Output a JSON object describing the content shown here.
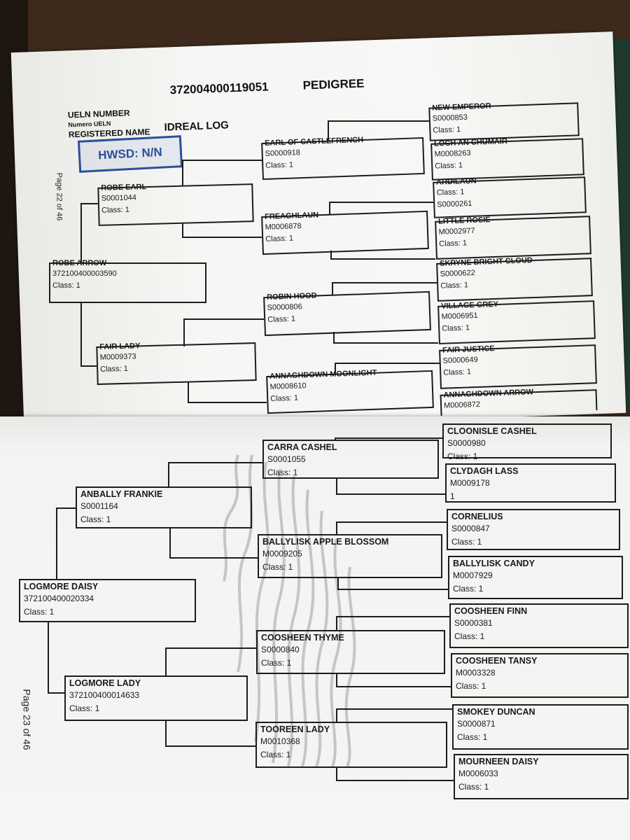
{
  "header": {
    "ueln_title": "372004000119051",
    "pedigree_label": "PEDIGREE",
    "ueln_number_label": "UELN NUMBER",
    "numero_ueln_label": "Numero UELN",
    "registered_name_label": "REGISTERED NAME",
    "registered_name": "IDREAL LOG",
    "stamp": "HWSD: N/N"
  },
  "page_labels": {
    "top": "Page 22 of 46",
    "bottom": "Page 23 of 46"
  },
  "top_pedigree": {
    "sire": {
      "name": "ROBE ARROW",
      "id": "372100400003590",
      "class": "Class: 1"
    },
    "gen2": [
      {
        "name": "ROBE EARL",
        "id": "S0001044",
        "class": "Class: 1"
      },
      {
        "name": "FAIR LADY",
        "id": "M0009373",
        "class": "Class: 1"
      }
    ],
    "gen3": [
      {
        "name": "EARL OF CASTLEFRENCH",
        "id": "S0000918",
        "class": "Class: 1"
      },
      {
        "name": "FREAGHLAUN",
        "id": "M0006878",
        "class": "Class: 1"
      },
      {
        "name": "ROBIN HOOD",
        "id": "S0000806",
        "class": "Class: 1"
      },
      {
        "name": "ANNAGHDOWN MOONLIGHT",
        "id": "M0008610",
        "class": "Class: 1"
      }
    ],
    "gen4": [
      {
        "name": "NEW EMPEROR",
        "id": "S0000853",
        "class": "Class: 1"
      },
      {
        "name": "LOCH AN CHUMAIR",
        "id": "M0008263",
        "class": "Class: 1"
      },
      {
        "name": "ARDILAUN",
        "id": "Class: 1",
        "class": "S0000261"
      },
      {
        "name": "LITTLE ROSIE",
        "id": "M0002977",
        "class": "Class: 1"
      },
      {
        "name": "SKRYNE BRIGHT CLOUD",
        "id": "S0000622",
        "class": "Class: 1"
      },
      {
        "name": "VILLAGE GREY",
        "id": "M0006951",
        "class": "Class: 1"
      },
      {
        "name": "FAIR JUSTICE",
        "id": "S0000649",
        "class": "Class: 1"
      },
      {
        "name": "ANNAGHDOWN ARROW",
        "id": "M0006872",
        "class": ""
      }
    ]
  },
  "bottom_pedigree": {
    "dam": {
      "name": "LOGMORE DAISY",
      "id": "372100400020334",
      "class": "Class: 1"
    },
    "gen2": [
      {
        "name": "ANBALLY FRANKIE",
        "id": "S0001164",
        "class": "Class: 1"
      },
      {
        "name": "LOGMORE LADY",
        "id": "372100400014633",
        "class": "Class: 1"
      }
    ],
    "gen3": [
      {
        "name": "CARRA CASHEL",
        "id": "S0001055",
        "class": "Class: 1"
      },
      {
        "name": "BALLYLISK APPLE BLOSSOM",
        "id": "M0009205",
        "class": "Class: 1"
      },
      {
        "name": "COOSHEEN THYME",
        "id": "S0000840",
        "class": "Class: 1"
      },
      {
        "name": "TOOREEN LADY",
        "id": "M0010368",
        "class": "Class: 1"
      }
    ],
    "gen4": [
      {
        "name": "CLOONISLE CASHEL",
        "id": "S0000980",
        "class": "Class: 1"
      },
      {
        "name": "CLYDAGH LASS",
        "id": "M0009178",
        "class": "1"
      },
      {
        "name": "CORNELIUS",
        "id": "S0000847",
        "class": "Class: 1"
      },
      {
        "name": "BALLYLISK CANDY",
        "id": "M0007929",
        "class": "Class: 1"
      },
      {
        "name": "COOSHEEN FINN",
        "id": "S0000381",
        "class": "Class: 1"
      },
      {
        "name": "COOSHEEN TANSY",
        "id": "M0003328",
        "class": "Class: 1"
      },
      {
        "name": "SMOKEY DUNCAN",
        "id": "S0000871",
        "class": "Class: 1"
      },
      {
        "name": "MOURNEEN DAISY",
        "id": "M0006033",
        "class": "Class: 1"
      }
    ]
  },
  "colors": {
    "paper": "#f4f4f2",
    "ink": "#1d1d1d",
    "stamp": "#2c4f9a",
    "table": "#3d2a1c",
    "folder_green": "#1f3a2c"
  }
}
